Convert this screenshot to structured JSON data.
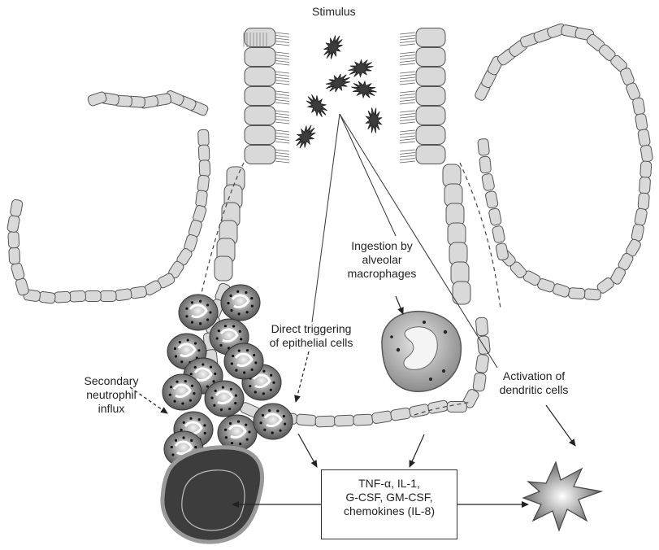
{
  "labels": {
    "stimulus": "Stimulus",
    "ingestion": [
      "Ingestion by",
      "alveolar",
      "macrophages"
    ],
    "direct": [
      "Direct triggering",
      "of epithelial cells"
    ],
    "secondary": [
      "Secondary",
      "neutrophil",
      "influx"
    ],
    "activation": [
      "Activation of",
      "dendritic cells"
    ],
    "box": [
      "TNF-α, IL-1,",
      "G-CSF, GM-CSF,",
      "chemokines (IL-8)"
    ]
  },
  "colors": {
    "cell_fill": "#d9d9d9",
    "cell_stroke": "#555555",
    "dark_cell": "#3a3a3a",
    "neutrophil": "#7d7d7d",
    "line": "#333333"
  }
}
